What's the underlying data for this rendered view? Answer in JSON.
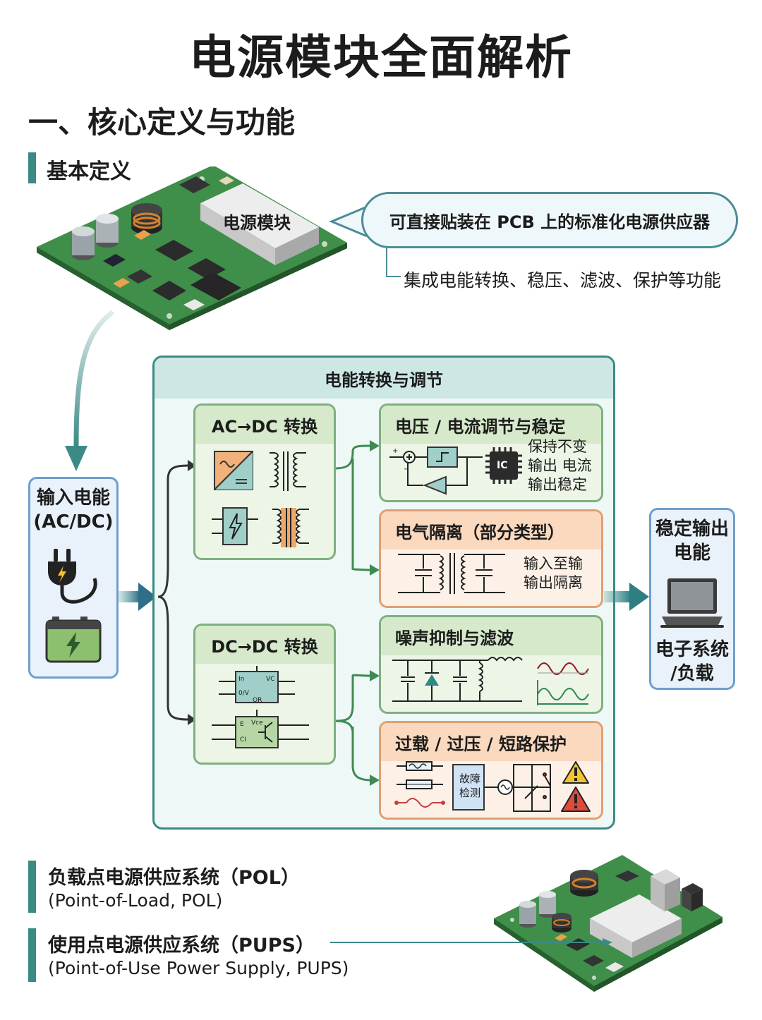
{
  "title": "电源模块全面解析",
  "section1": {
    "heading": "一、核心定义与功能"
  },
  "basic": {
    "heading": "基本定义",
    "module_label": "电源模块",
    "definition": "可直接贴装在 PCB 上的标准化电源供应器",
    "functions": "集成电能转换、稳压、滤波、保护等功能"
  },
  "input": {
    "title_line1": "输入电能",
    "title_line2": "(AC/DC)"
  },
  "output": {
    "title_line1": "稳定输出",
    "title_line2": "电能",
    "sub_line1": "电子系统",
    "sub_line2": "/负载"
  },
  "panel": {
    "title": "电能转换与调节"
  },
  "acdc": {
    "title": "AC→DC 转换"
  },
  "dcdc": {
    "title": "DC→DC 转换",
    "chip1": {
      "in": "In",
      "vc": "VC",
      "ov": "0/V",
      "or": "OR"
    },
    "chip2": {
      "e": "E",
      "vce": "Vce",
      "ci": "CI"
    }
  },
  "regulate": {
    "title": "电压 / 电流调节与稳定",
    "ic": "IC",
    "lines": [
      "保持不变",
      "输出 电流",
      "输出稳定"
    ]
  },
  "isolation": {
    "title": "电气隔离（部分类型）",
    "lines": [
      "输入至输",
      "输出隔离"
    ]
  },
  "filter": {
    "title": "噪声抑制与滤波"
  },
  "protect": {
    "title": "过载 / 过压 / 短路保护",
    "fault_line1": "故障",
    "fault_line2": "检测"
  },
  "bottom": {
    "pol_title": "负载点电源供应系统（POL）",
    "pol_sub": "(Point-of-Load, POL)",
    "pups_title": "使用点电源供应系统（PUPS）",
    "pups_sub": "(Point-of-Use Power Supply, PUPS)"
  },
  "colors": {
    "teal": "#3b8a86",
    "pcb": "#3f8e4a",
    "green_box": "#edf5e7",
    "orange_box": "#fdf1e7",
    "blue_box": "#e9f1fa"
  }
}
